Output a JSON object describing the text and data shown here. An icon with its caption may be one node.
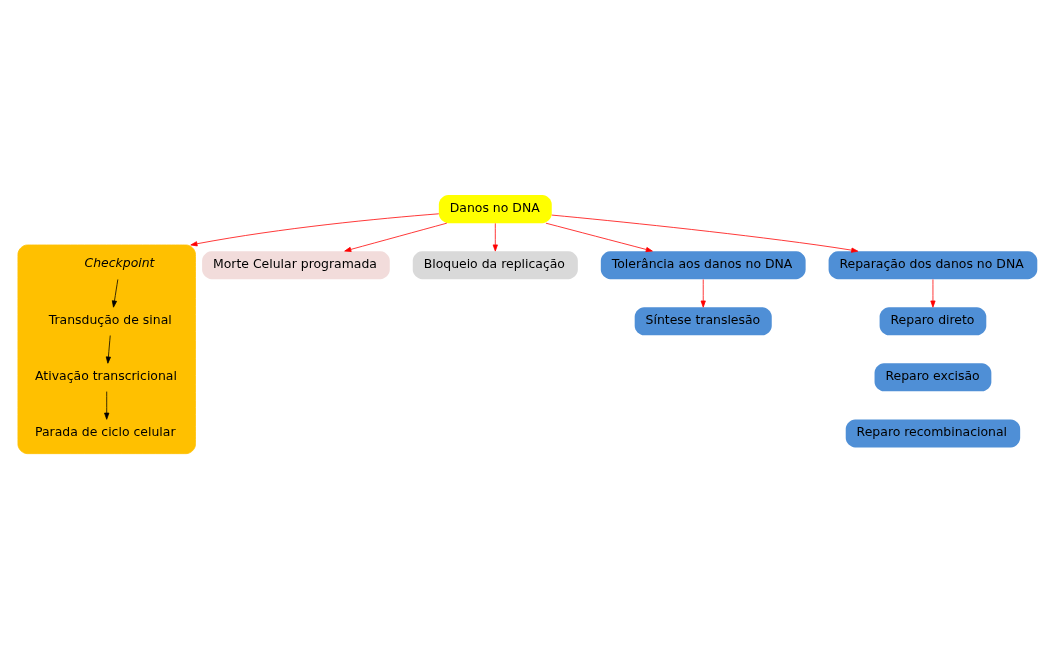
{
  "diagram": {
    "nodes": [
      {
        "text": [],
        "shape": "box"
      },
      {
        "text": [
          "Checkpoint"
        ],
        "in": 0
      },
      {
        "text": [
          "Transdução de sinal"
        ],
        "in": 0
      },
      {
        "text": [
          "Ativação transcricional"
        ],
        "in": 0
      },
      {
        "text": [
          "Parada de ciclo celular"
        ],
        "in": 0
      },
      {
        "text": [
          "Morte Celular programada"
        ]
      },
      {
        "text": [
          "Bloqueio da replicação"
        ]
      },
      {
        "text": [
          "Danos no DNA"
        ]
      },
      {
        "text": [
          "Tolerância aos danos no DNA"
        ]
      },
      {
        "text": [
          "Reparação dos danos no DNA"
        ]
      },
      {
        "text": [
          "Síntese translesão"
        ]
      },
      {
        "text": [
          "Reparo direto"
        ]
      },
      {
        "text": [
          "Reparo excisão"
        ]
      },
      {
        "text": [
          "Reparo recombinacional"
        ]
      }
    ],
    "edges": [
      {
        "from": 1,
        "to": 2,
        "arrow": "to",
        "color": "#000000"
      },
      {
        "from": 2,
        "to": 3,
        "arrow": "to",
        "color": "#000000"
      },
      {
        "from": 3,
        "to": 4,
        "arrow": "to",
        "color": "#000000"
      },
      {
        "from": 7,
        "to": 0,
        "arrow": "to"
      },
      {
        "from": 7,
        "to": 5,
        "arrow": "to"
      },
      {
        "from": 7,
        "to": 6,
        "arrow": "to"
      },
      {
        "from": 7,
        "to": 8,
        "arrow": "to"
      },
      {
        "from": 7,
        "to": 9,
        "arrow": "to"
      },
      {
        "from": 8,
        "to": 10,
        "arrow": "to"
      },
      {
        "from": 9,
        "to": 11,
        "arrow": "to"
      }
    ]
  }
}
